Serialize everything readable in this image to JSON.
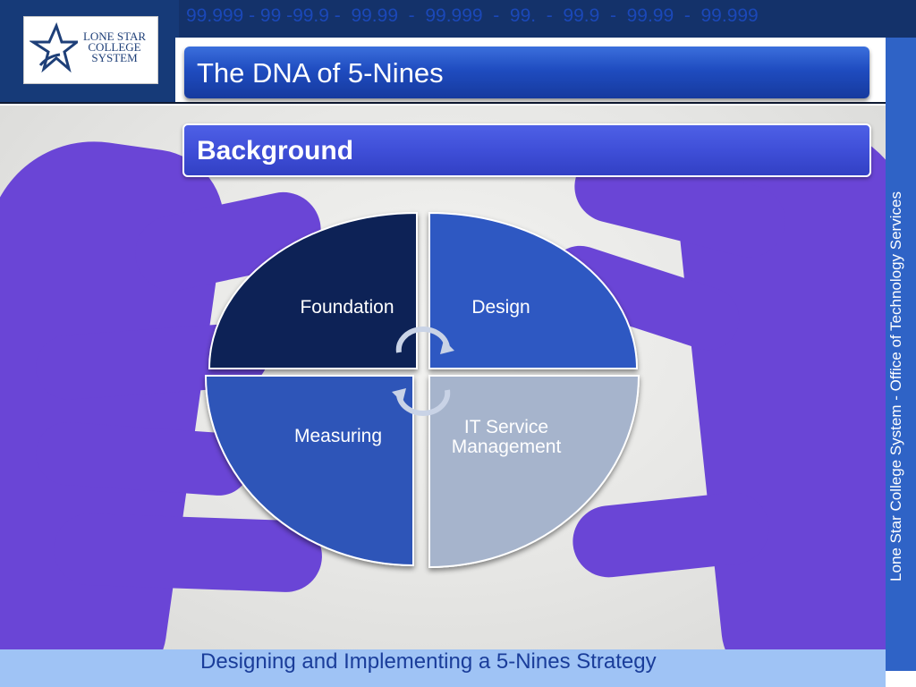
{
  "header": {
    "nines_banner": "99.999 - 99 -99.9 -  99.99  -  99.999  -  99.  -  99.9  -  99.99  -  99.999",
    "logo": {
      "line1": "LONE STAR",
      "line2": "COLLEGE",
      "line3": "SYSTEM"
    },
    "title": "The DNA of 5-Nines"
  },
  "section": {
    "title": "Background"
  },
  "diagram": {
    "quadrants": [
      {
        "label": "Foundation",
        "color": "#0d2357"
      },
      {
        "label": "Design",
        "color": "#2f58c2"
      },
      {
        "label": "Measuring",
        "color": "#2f54b8"
      },
      {
        "label_line1": "IT Service",
        "label_line2": "Management",
        "color": "#a6b4cc"
      }
    ]
  },
  "sidebar": {
    "text": "Lone Star College System - Office of Technology Services"
  },
  "footer": {
    "text": "Designing and Implementing a 5-Nines Strategy"
  },
  "colors": {
    "header_band": "#14326a",
    "title_bar": "#1f4cc0",
    "section_bar": "#3f4fd8",
    "sidebar": "#2f63c6",
    "footer_band": "#9fc3f5",
    "glove": "#6a45d6"
  }
}
